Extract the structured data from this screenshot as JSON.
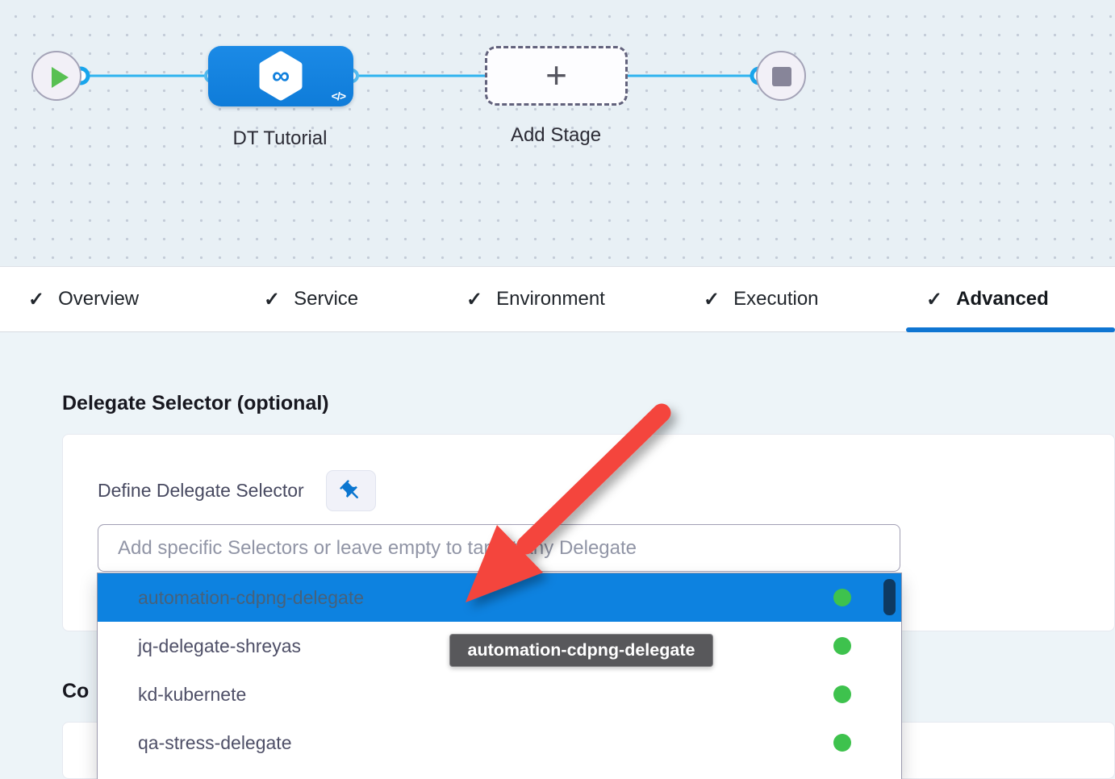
{
  "icons": {
    "check": "✓",
    "plus": "+",
    "code": "</>",
    "infinity": "∞"
  },
  "colors": {
    "accent_blue": "#0278d5",
    "node_blue": "#1485e2",
    "connector_blue": "#2eb3ef",
    "selected_row_blue": "#0d82e0",
    "status_green": "#3ec24d",
    "arrow_red": "#f4453d",
    "tooltip_gray": "#58585b"
  },
  "pipeline_canvas": {
    "stage_node": {
      "label": "DT Tutorial"
    },
    "add_stage_node": {
      "label": "Add Stage"
    }
  },
  "tab_bar": {
    "tabs": [
      {
        "label": "Overview"
      },
      {
        "label": "Service"
      },
      {
        "label": "Environment"
      },
      {
        "label": "Execution"
      },
      {
        "label": "Advanced"
      }
    ],
    "active_tab": "Advanced"
  },
  "advanced_tab": {
    "section_heading": "Delegate Selector (optional)",
    "define_label": "Define Delegate Selector",
    "selector_input": {
      "value": "",
      "placeholder": "Add specific Selectors or leave empty to target any Delegate"
    },
    "delegate_dropdown": {
      "items": [
        {
          "label": "automation-cdpng-delegate",
          "selected": true,
          "status": "connected"
        },
        {
          "label": "jq-delegate-shreyas",
          "selected": false,
          "status": "connected"
        },
        {
          "label": "kd-kubernete",
          "selected": false,
          "status": "connected"
        },
        {
          "label": "qa-stress-delegate",
          "selected": false,
          "status": "connected"
        }
      ]
    },
    "tooltip_text": "automation-cdpng-delegate",
    "next_section_heading_partial": "Co"
  }
}
